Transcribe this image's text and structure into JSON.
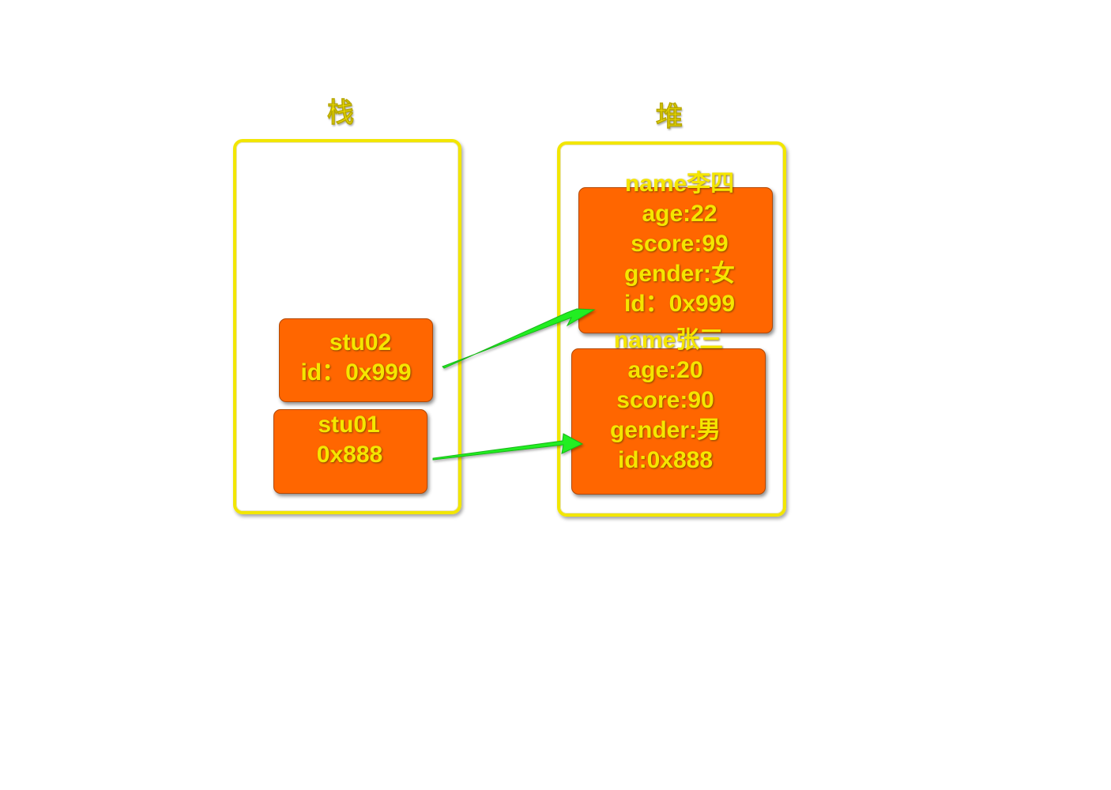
{
  "stack": {
    "title": "栈",
    "stu02": {
      "name": "stu02",
      "id": "id：0x999"
    },
    "stu01": {
      "name": "stu01",
      "id": "0x888"
    }
  },
  "heap": {
    "title": "堆",
    "lisi": {
      "name": "name李四",
      "age": "age:22",
      "score": "score:99",
      "gender": "gender:女",
      "id": "id：0x999"
    },
    "zhangsan": {
      "name": "name张三",
      "age": "age:20",
      "score": "score:90",
      "gender": "gender:男",
      "id": "id:0x888"
    }
  },
  "colors": {
    "region_border": "#f2e600",
    "box_fill": "#ff6600",
    "text": "#f5e600",
    "arrow": "#22ee22"
  }
}
